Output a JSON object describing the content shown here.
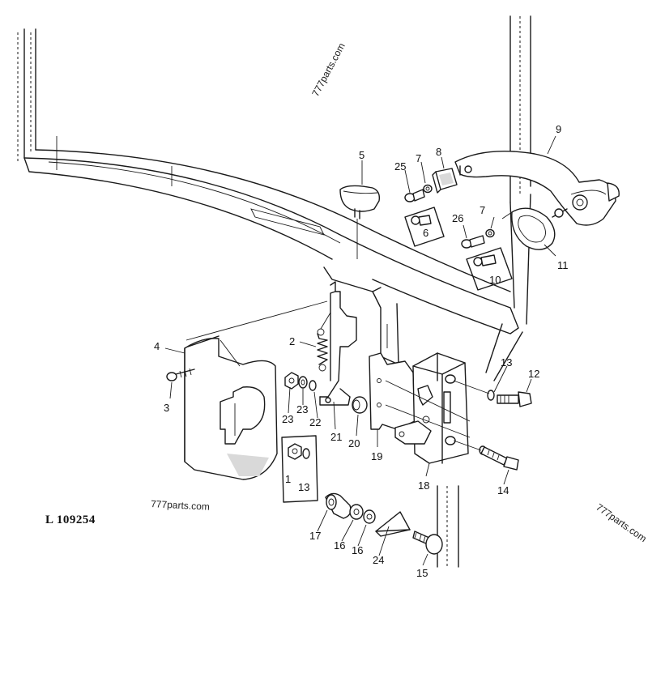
{
  "drawing_ref": "L 109254",
  "watermarks": [
    "777parts.com",
    "777parts.com",
    "777parts.com"
  ],
  "callouts": [
    "1",
    "2",
    "3",
    "4",
    "5",
    "6",
    "7",
    "7",
    "8",
    "9",
    "10",
    "11",
    "12",
    "13",
    "13",
    "14",
    "15",
    "16",
    "16",
    "17",
    "18",
    "19",
    "20",
    "21",
    "22",
    "23",
    "23",
    "24",
    "25",
    "26"
  ]
}
